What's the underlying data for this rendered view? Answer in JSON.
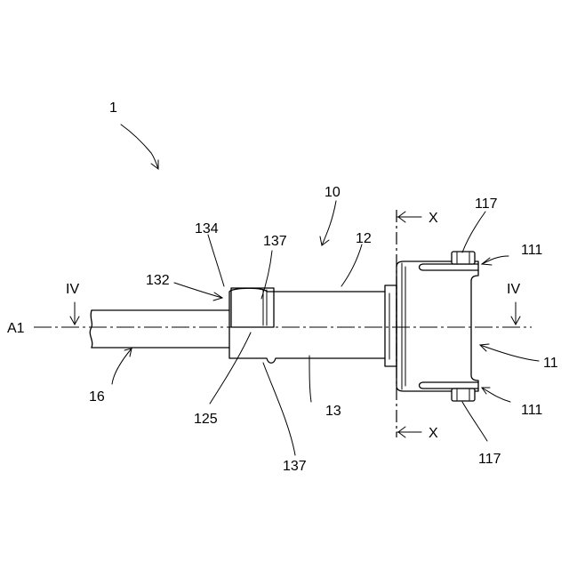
{
  "labels": {
    "device": "1",
    "body": "10",
    "end_part": "11",
    "wing": "111",
    "screw": "117",
    "upper_part": "12",
    "bore": "125",
    "lower_part": "13",
    "step": "132",
    "edge": "134",
    "groove": "137",
    "shaft": "16",
    "axis": "A1",
    "section_iv": "IV",
    "section_x": "X"
  }
}
